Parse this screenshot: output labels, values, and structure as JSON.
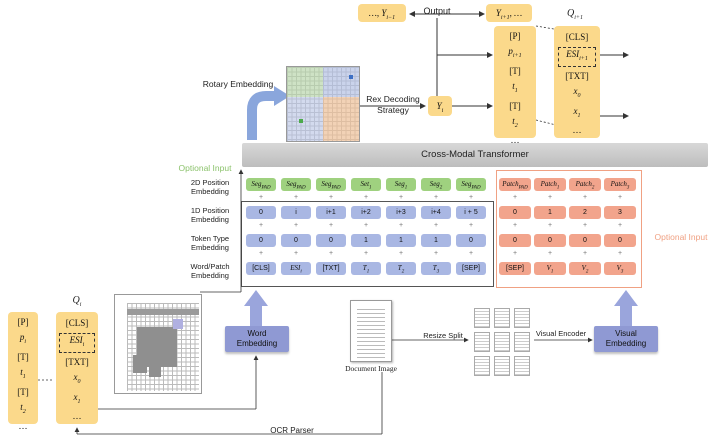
{
  "top": {
    "output": "Output",
    "y_prev": "…, Y",
    "y_prev_sub": "i−1",
    "y_next": "Y",
    "y_next_sub": "i+1",
    "y_next_tail": ", …",
    "q_next": "Q",
    "q_next_sub": "i+1",
    "rotary": "Rotary Embedding",
    "rex": "Rex Decoding",
    "rex2": "Strategy",
    "yi": "Y",
    "yi_sub": "i"
  },
  "right_seq": [
    "[P]",
    "p",
    "[T]",
    "t",
    "[T]",
    "t",
    "…"
  ],
  "right_q": [
    "[CLS]",
    "ESI",
    "[TXT]",
    "x",
    "x",
    "…"
  ],
  "transformer": "Cross-Modal Transformer",
  "optional_left": "Optional Input",
  "optional_right": "Optional Input",
  "row_labels": [
    [
      "2D Position",
      "Embedding"
    ],
    [
      "1D Position",
      "Embedding"
    ],
    [
      "Token Type",
      "Embedding"
    ],
    [
      "Word/Patch",
      "Embedding"
    ]
  ],
  "row2d": [
    "Seg",
    "Seg",
    "Seg",
    "Set",
    "Seg",
    "Seg",
    "Seg"
  ],
  "row2d_sub": [
    "PAD",
    "PAD",
    "PAD",
    "1",
    "1",
    "2",
    "PAD"
  ],
  "row1d": [
    "0",
    "i",
    "i+1",
    "i+2",
    "i+3",
    "i+4",
    "i + 5"
  ],
  "rowtype": [
    "0",
    "0",
    "0",
    "1",
    "1",
    "1",
    "0"
  ],
  "rowword": [
    "[CLS]",
    "ESI",
    "[TXT]",
    "T",
    "T",
    "T",
    "[SEP]"
  ],
  "rowword_sub": [
    "",
    "i",
    "",
    "1",
    "2",
    "3",
    ""
  ],
  "patch2d": [
    "Patch",
    "Patch",
    "Patch",
    "Patch"
  ],
  "patch2d_sub": [
    "PAD",
    "1",
    "2",
    "3"
  ],
  "patch1d": [
    "0",
    "1",
    "2",
    "3"
  ],
  "patchtype": [
    "0",
    "0",
    "0",
    "0"
  ],
  "patchword": [
    "[SEP]",
    "V",
    "V",
    "V"
  ],
  "patchword_sub": [
    "",
    "1",
    "2",
    "3"
  ],
  "left_seq": [
    "[P]",
    "p",
    "[T]",
    "t",
    "[T]",
    "t",
    "…"
  ],
  "left_q_title": "Q",
  "left_q_sub": "i",
  "left_q": [
    "[CLS]",
    "ESI",
    "[TXT]",
    "x",
    "x",
    "…"
  ],
  "word_emb": [
    "Word",
    "Embedding"
  ],
  "doc_image": "Document Image",
  "resize_split": "Resize Split",
  "visual_encoder": "Visual Encoder",
  "visual_emb": [
    "Visual",
    "Embedding"
  ],
  "ocr_parser": "OCR Parser"
}
